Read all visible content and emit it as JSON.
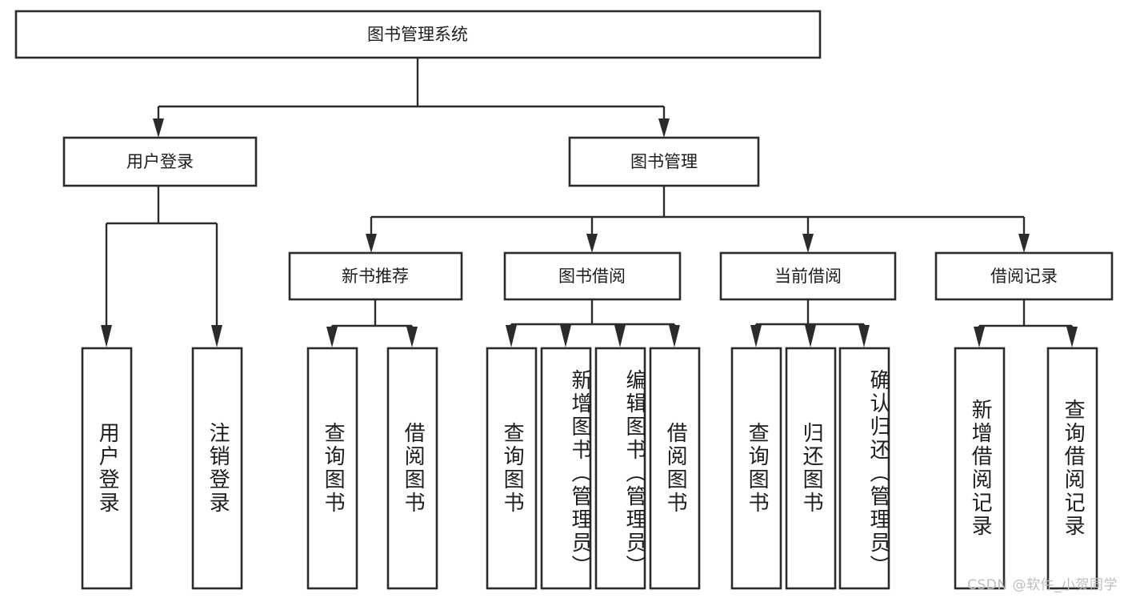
{
  "diagram": {
    "title": "图书管理系统",
    "type": "tree",
    "watermark": "CSDN @软件_小贺同学",
    "colors": {
      "box_stroke": "#2b2b2b",
      "box_fill": "#ffffff",
      "text": "#1d1d1d",
      "connector": "#2b2b2b",
      "watermark": "#bdbdbd",
      "background": "#ffffff"
    },
    "root": {
      "label": "图书管理系统"
    },
    "level2": [
      {
        "label": "用户登录"
      },
      {
        "label": "图书管理"
      }
    ],
    "level3": [
      {
        "label": "新书推荐"
      },
      {
        "label": "图书借阅"
      },
      {
        "label": "当前借阅"
      },
      {
        "label": "借阅记录"
      }
    ],
    "leaves": {
      "user_login": [
        {
          "label": "用户登录"
        },
        {
          "label": "注销登录"
        }
      ],
      "new_book_recommend": [
        {
          "label": "查询图书"
        },
        {
          "label": "借阅图书"
        }
      ],
      "book_borrow": [
        {
          "label": "查询图书"
        },
        {
          "label": "新增图书（管理员）"
        },
        {
          "label": "编辑图书（管理员）"
        },
        {
          "label": "借阅图书"
        }
      ],
      "current_borrow": [
        {
          "label": "查询图书"
        },
        {
          "label": "归还图书"
        },
        {
          "label": "确认归还（管理员）"
        }
      ],
      "borrow_record": [
        {
          "label": "新增借阅记录"
        },
        {
          "label": "查询借阅记录"
        }
      ]
    }
  }
}
